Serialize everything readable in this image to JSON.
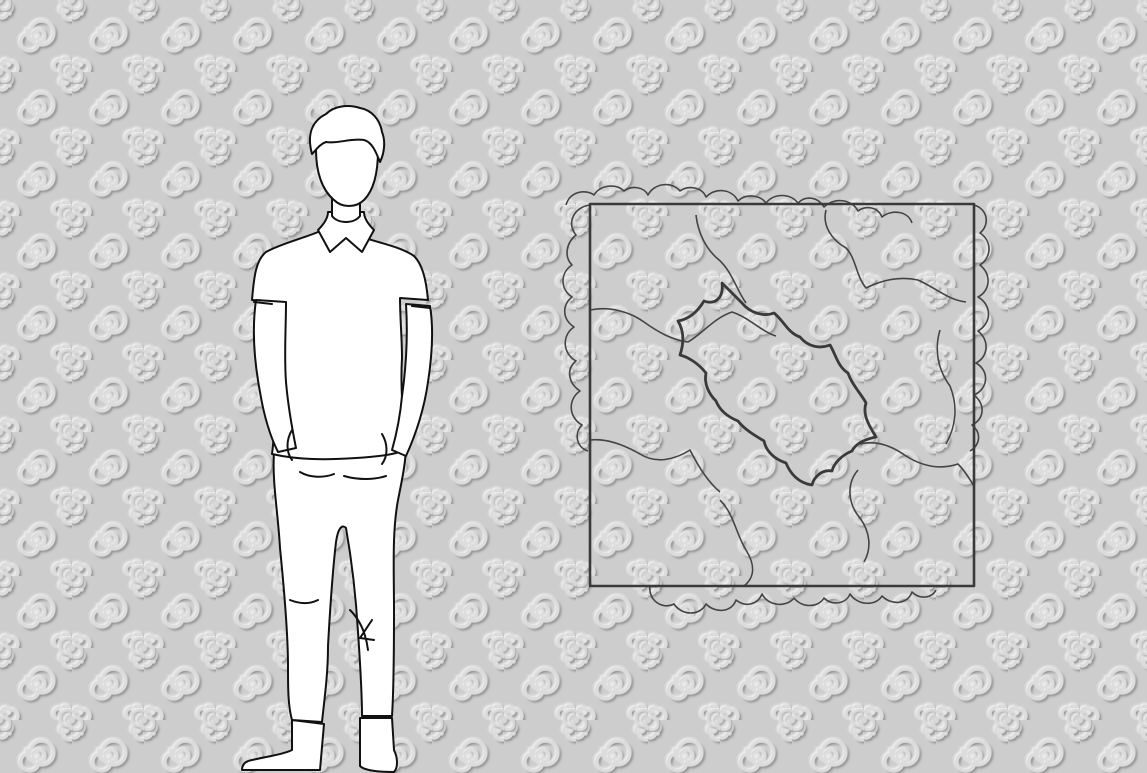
{
  "scene": {
    "figure": "human-scale-silhouette",
    "texture": "embossed-swirl-panel",
    "panel_grid": {
      "columns": 3,
      "rows": 3
    },
    "colors": {
      "background": "#c7c7c7",
      "texture_light": "#e6e6e6",
      "texture_shadow": "#8f8f8f",
      "outline": "#3c3c3c",
      "figure_fill": "#ffffff",
      "figure_stroke": "#111111"
    }
  }
}
